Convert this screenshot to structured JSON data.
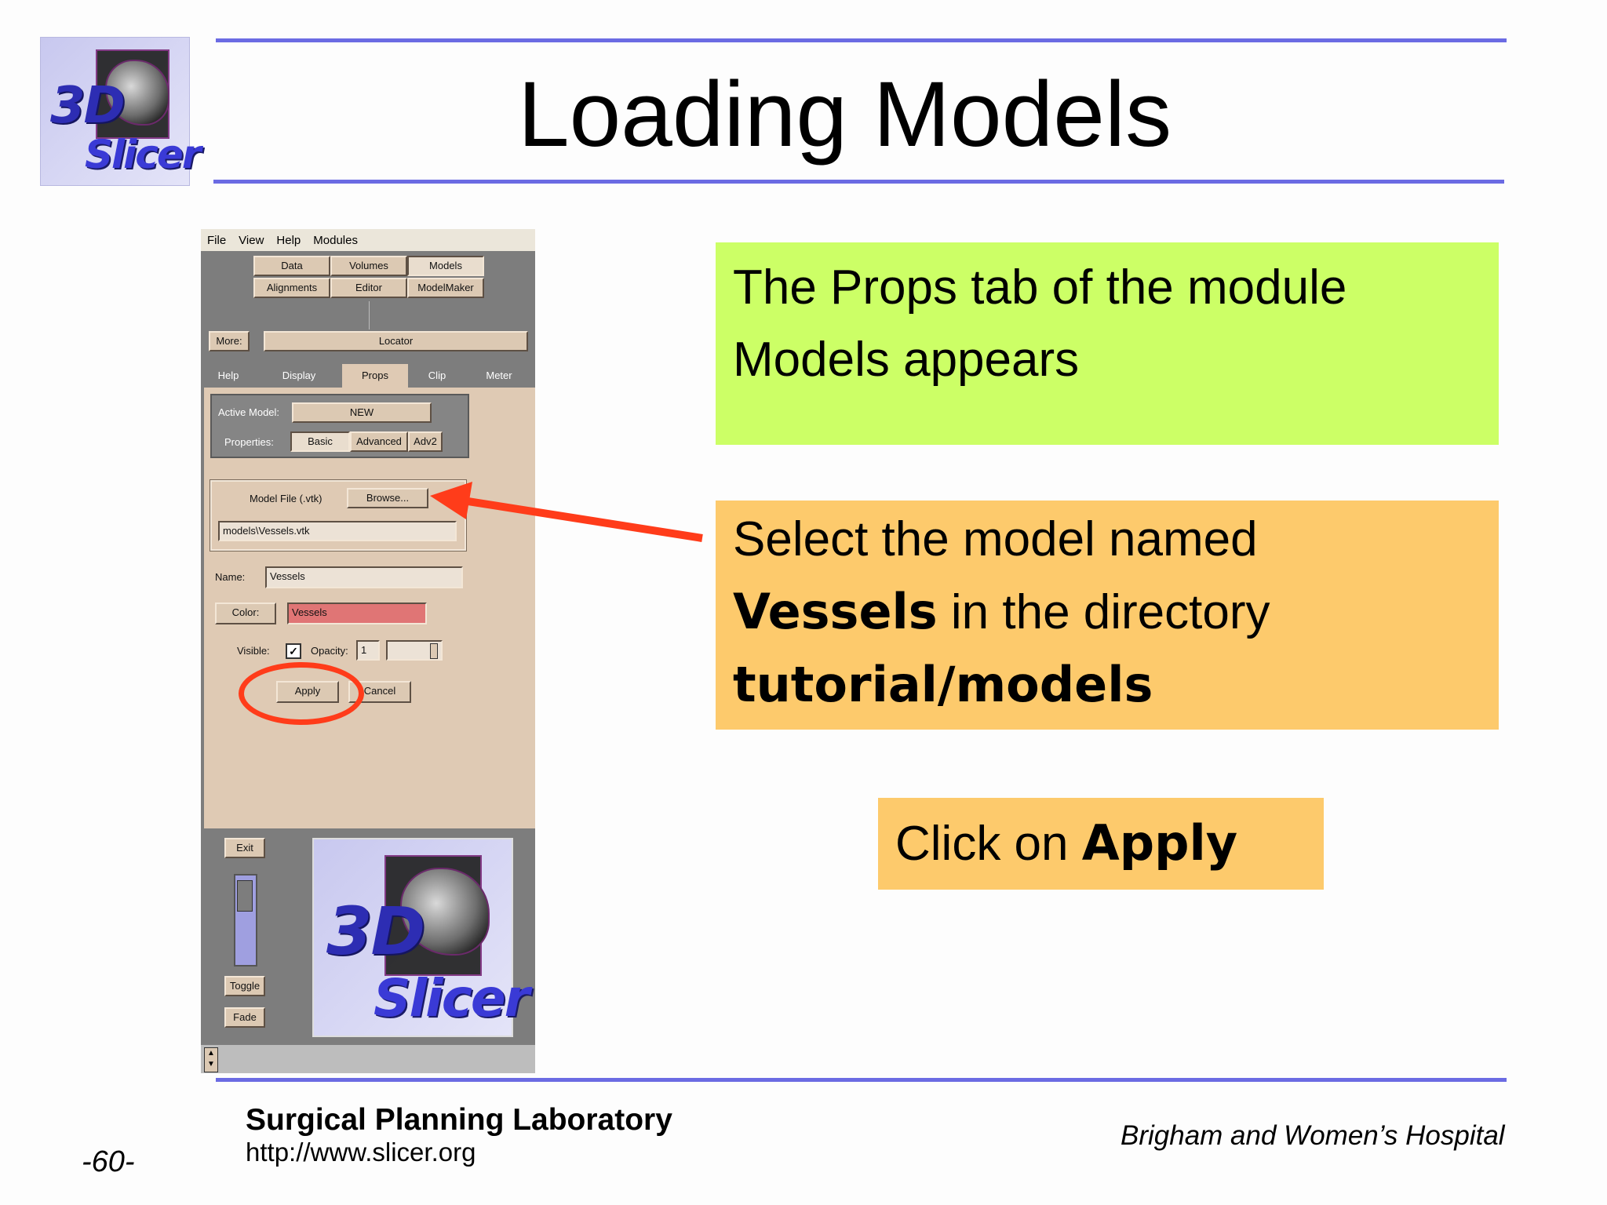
{
  "slide": {
    "title": "Loading Models",
    "logo": {
      "line1": "3D",
      "line2": "Slicer"
    },
    "page_number": "-60-",
    "footer_lab": "Surgical Planning Laboratory",
    "footer_url": "http://www.slicer.org",
    "footer_hospital": "Brigham and Women’s Hospital",
    "accent_color": "#6b6be3"
  },
  "callouts": {
    "first": {
      "line1": "The Props tab of the module",
      "line2": "Models appears",
      "color": "#ccff66"
    },
    "second": {
      "line1": "Select the model named",
      "bold_word": "Vessels",
      "line2_rest": " in the directory",
      "line3": "tutorial/models",
      "color": "#fdca6c"
    },
    "third": {
      "prefix": "Click on ",
      "bold": "Apply",
      "color": "#fdca6c"
    }
  },
  "slicer_ui": {
    "menu": [
      "File",
      "View",
      "Help",
      "Modules"
    ],
    "modules_row1": [
      "Data",
      "Volumes",
      "Models"
    ],
    "modules_row2": [
      "Alignments",
      "Editor",
      "ModelMaker"
    ],
    "more_label": "More:",
    "more_value": "Locator",
    "tabs": [
      "Help",
      "Display",
      "Props",
      "Clip",
      "Meter"
    ],
    "active_tab": "Props",
    "active_model_label": "Active Model:",
    "active_model_value": "NEW",
    "properties_label": "Properties:",
    "properties_tabs": [
      "Basic",
      "Advanced",
      "Adv2"
    ],
    "model_file_label": "Model File (.vtk)",
    "browse_label": "Browse...",
    "model_file_value": "models\\Vessels.vtk",
    "name_label": "Name:",
    "name_value": "Vessels",
    "color_button": "Color:",
    "color_value": "Vessels",
    "color_swatch": "#e07575",
    "visible_label": "Visible:",
    "visible_checked": true,
    "opacity_label": "Opacity:",
    "opacity_value": "1",
    "apply_label": "Apply",
    "cancel_label": "Cancel",
    "exit_label": "Exit",
    "toggle_label": "Toggle",
    "fade_label": "Fade"
  }
}
